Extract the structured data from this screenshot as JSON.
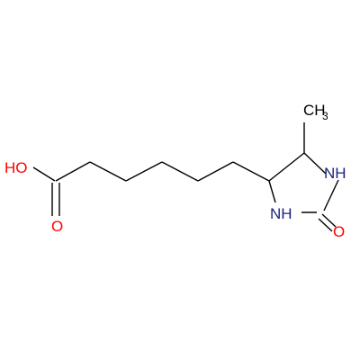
{
  "molecule": {
    "atom_labels": {
      "hydroxyl": "HO",
      "carbonyl_oxygen_acid": "O",
      "amine_upper": "NH",
      "amine_lower": "NH",
      "carbonyl_oxygen_ring": "O",
      "methyl": "CH",
      "methyl_subscript": "3"
    },
    "colors": {
      "oxygen": "#ff0000",
      "nitrogen": "#1a237e",
      "carbon": "#000000",
      "bond": "#000000"
    }
  }
}
